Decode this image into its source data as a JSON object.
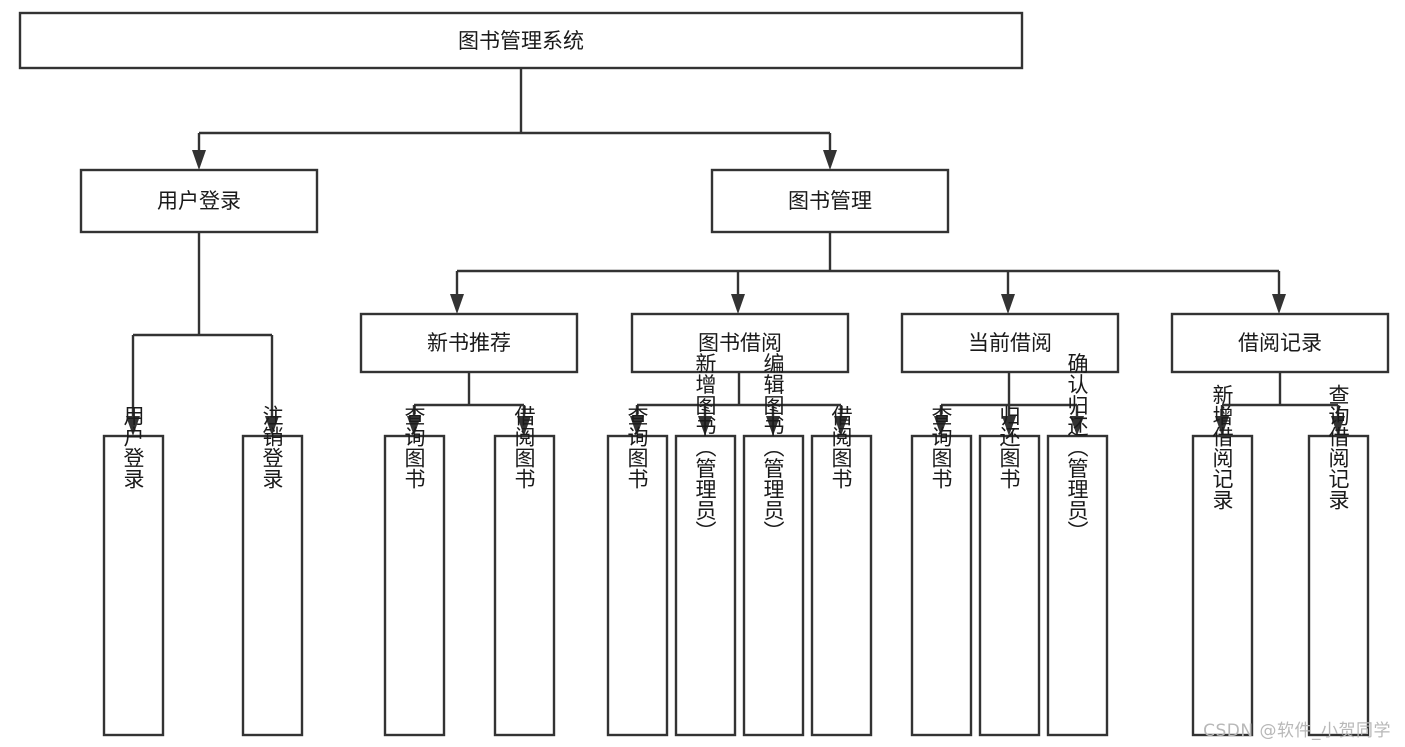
{
  "diagram": {
    "title": "图书管理系统",
    "type": "tree",
    "orientation": "top-down",
    "colors": {
      "background": "#ffffff",
      "node_fill": "#ffffff",
      "node_stroke": "#333333",
      "connector": "#333333",
      "label": "#1a1a1a",
      "watermark": "#b8b8b8"
    },
    "root": {
      "label": "图书管理系统",
      "orientation": "horizontal"
    },
    "level2": [
      {
        "label": "用户登录",
        "orientation": "horizontal"
      },
      {
        "label": "图书管理",
        "orientation": "horizontal"
      }
    ],
    "level3": [
      {
        "label": "新书推荐",
        "orientation": "horizontal"
      },
      {
        "label": "图书借阅",
        "orientation": "horizontal"
      },
      {
        "label": "当前借阅",
        "orientation": "horizontal"
      },
      {
        "label": "借阅记录",
        "orientation": "horizontal"
      }
    ],
    "leaves": {
      "user_login": [
        {
          "label": "用户登录",
          "orientation": "vertical"
        },
        {
          "label": "注销登录",
          "orientation": "vertical"
        }
      ],
      "new_book_recommend": [
        {
          "label": "查询图书",
          "orientation": "vertical"
        },
        {
          "label": "借阅图书",
          "orientation": "vertical"
        }
      ],
      "book_borrow": [
        {
          "label": "查询图书",
          "orientation": "vertical"
        },
        {
          "label": "新增图书（管理员）",
          "orientation": "vertical"
        },
        {
          "label": "编辑图书（管理员）",
          "orientation": "vertical"
        },
        {
          "label": "借阅图书",
          "orientation": "vertical"
        }
      ],
      "current_borrow": [
        {
          "label": "查询图书",
          "orientation": "vertical"
        },
        {
          "label": "归还图书",
          "orientation": "vertical"
        },
        {
          "label": "确认归还（管理员）",
          "orientation": "vertical"
        }
      ],
      "borrow_record": [
        {
          "label": "新增借阅记录",
          "orientation": "vertical"
        },
        {
          "label": "查询借阅记录",
          "orientation": "vertical"
        }
      ]
    },
    "watermark": "CSDN @软件_小贺同学"
  }
}
